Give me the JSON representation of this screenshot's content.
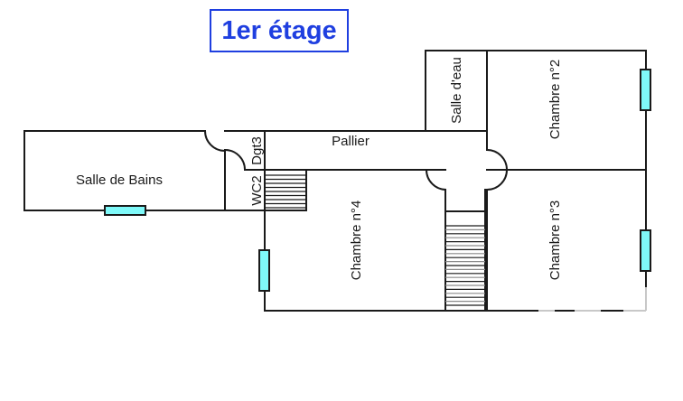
{
  "title": "1er étage",
  "colors": {
    "title": "#1f3fe0",
    "walls": "#1a1a1a",
    "window_fill": "#7ff9f9",
    "background": "#ffffff"
  },
  "rooms": {
    "salle_de_bains": "Salle de Bains",
    "wc": "WC2",
    "degagement": "Dgt3",
    "pallier": "Pallier",
    "salle_eau": "Salle d'eau",
    "chambre_2": "Chambre n°2",
    "chambre_3": "Chambre n°3",
    "chambre_4": "Chambre n°4"
  },
  "windows": [
    {
      "room": "Salle de Bains",
      "wall": "south"
    },
    {
      "room": "Chambre n°4",
      "wall": "west"
    },
    {
      "room": "Chambre n°2",
      "wall": "east"
    },
    {
      "room": "Chambre n°3",
      "wall": "east"
    }
  ],
  "stairs": [
    {
      "location": "WC2 / Dgt3 area"
    },
    {
      "location": "between Chambre n°4 and Chambre n°3"
    }
  ]
}
